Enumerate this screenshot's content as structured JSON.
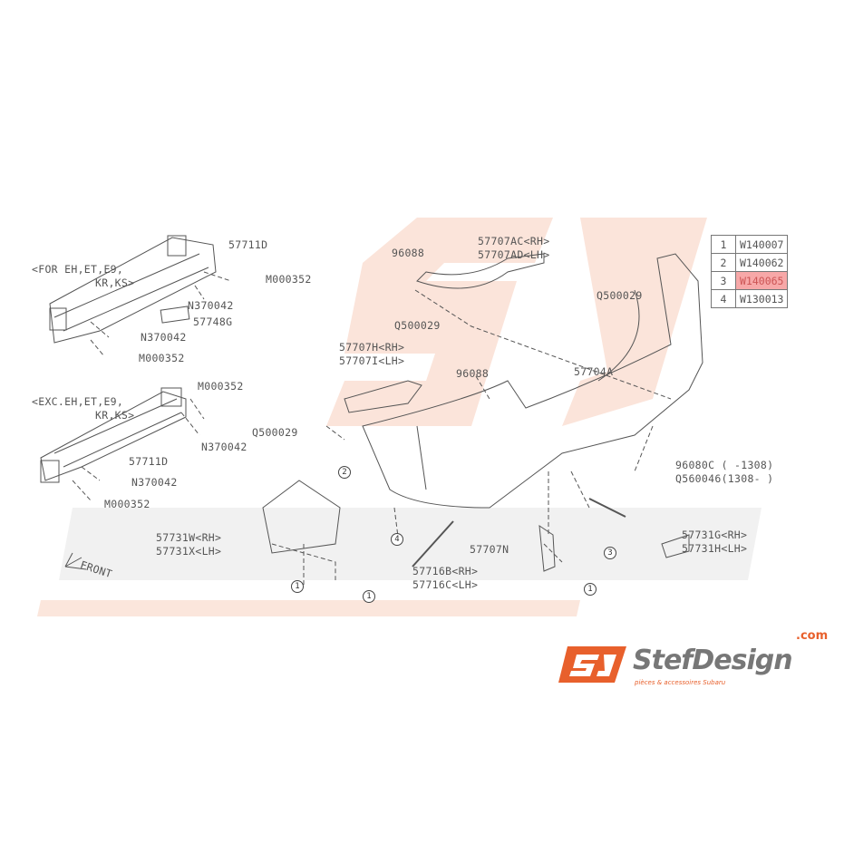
{
  "legend": [
    {
      "num": "1",
      "code": "W140007"
    },
    {
      "num": "2",
      "code": "W140062"
    },
    {
      "num": "3",
      "code": "W140065",
      "highlighted": true
    },
    {
      "num": "4",
      "code": "W130013"
    }
  ],
  "labels": {
    "p57711D_a": "57711D",
    "for_line1": "<FOR EH,ET,E9,",
    "for_line2": "KR,KS>",
    "m000352_a": "M000352",
    "n370042_a": "N370042",
    "p57748G": "57748G",
    "n370042_b": "N370042",
    "m000352_b": "M000352",
    "m000352_c": "M000352",
    "exc_line1": "<EXC.EH,ET,E9,",
    "exc_line2": "KR,KS>",
    "n370042_c": "N370042",
    "p57711D_b": "57711D",
    "n370042_d": "N370042",
    "m000352_d": "M000352",
    "front": "FRONT",
    "p96088_a": "96088",
    "p57707AC": "57707AC<RH>",
    "p57707AD": "57707AD<LH>",
    "q500029_a": "Q500029",
    "q500029_b": "Q500029",
    "p96088_b": "96088",
    "p57704A": "57704A",
    "p57707H": "57707H<RH>",
    "p57707I": "57707I<LH>",
    "q500029_c": "Q500029",
    "p96080C": "96080C (   -1308)",
    "q560046": "Q560046(1308-   )",
    "p57731W": "57731W<RH>",
    "p57731X": "57731X<LH>",
    "p57716B": "57716B<RH>",
    "p57716C": "57716C<LH>",
    "p57707N": "57707N",
    "p57731G": "57731G<RH>",
    "p57731H": "57731H<LH>"
  },
  "callouts": {
    "c1": "2",
    "c2": "4",
    "c3": "1",
    "c4": "1",
    "c5": "3",
    "c6": "1"
  },
  "watermark": {
    "brand": "StefDesign",
    "domain": ".com",
    "tagline": "pièces & accessoires Subaru",
    "mark": "SJ"
  },
  "colors": {
    "brand_orange": "#e8602c",
    "highlight": "#f7a8a8",
    "line": "#555555"
  }
}
